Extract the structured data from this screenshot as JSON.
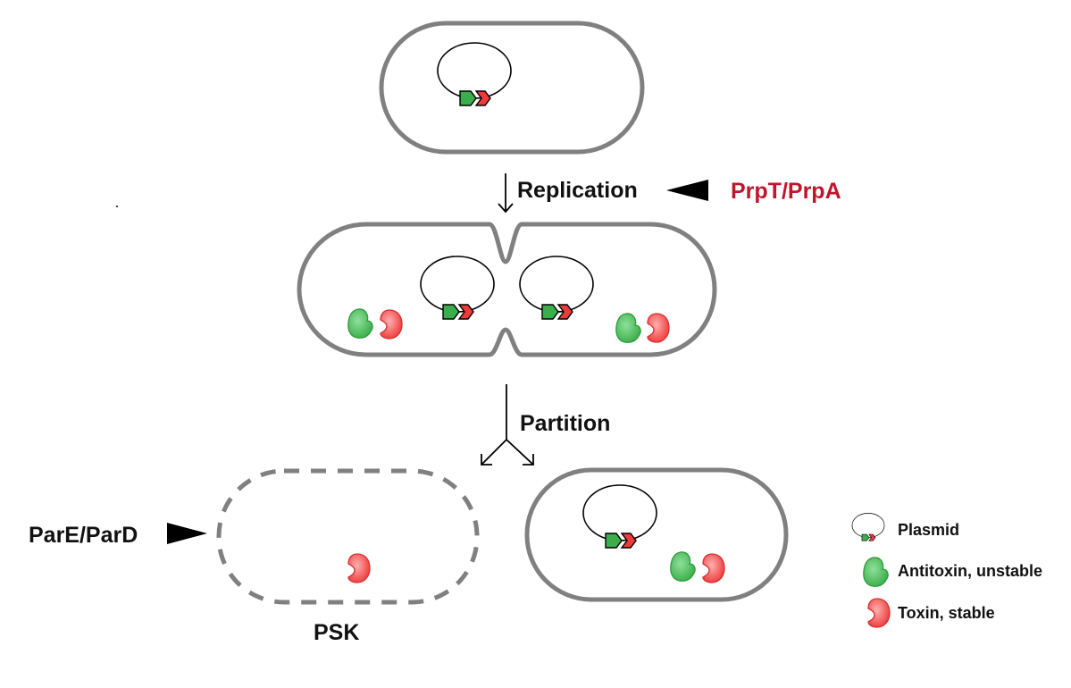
{
  "labels": {
    "replication": "Replication",
    "inhibitor_top": "PrpT/PrpA",
    "partition": "Partition",
    "inhibitor_left": "ParE/ParD",
    "psk": "PSK"
  },
  "legend": {
    "plasmid": "Plasmid",
    "antitoxin": "Antitoxin, unstable",
    "toxin": "Toxin, stable"
  },
  "colors": {
    "cell_outline": "#808080",
    "antitoxin": "#3aae4a",
    "toxin": "#ee3a3a",
    "inhibitor_text": "#c0162c",
    "text": "#111111"
  }
}
